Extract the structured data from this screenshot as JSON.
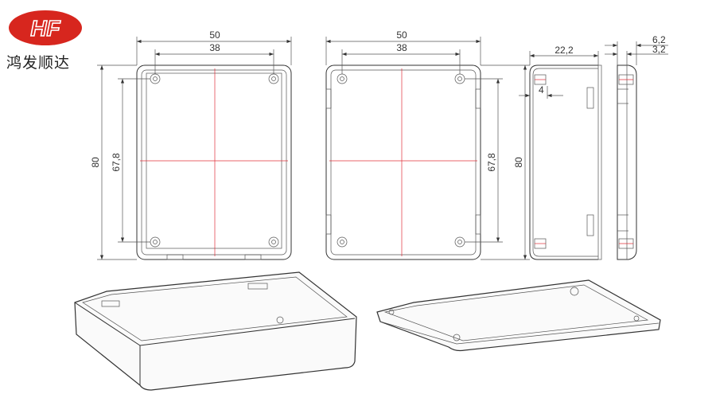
{
  "brand": {
    "logo_text": "HF",
    "name": "鸿发顺达",
    "logo_color": "#d7261e"
  },
  "front_view": {
    "width": "50",
    "hole_spacing_x": "38",
    "height": "80",
    "hole_spacing_y": "67,8"
  },
  "back_view": {
    "width": "50",
    "hole_spacing_x": "38",
    "height": "80",
    "hole_spacing_y": "67,8"
  },
  "side_view": {
    "depth": "22,2",
    "wall": "4"
  },
  "lid_view": {
    "total": "6,2",
    "lip": "3,2"
  },
  "accent_colors": {
    "centerline": "#e0303a",
    "line": "#333333"
  }
}
